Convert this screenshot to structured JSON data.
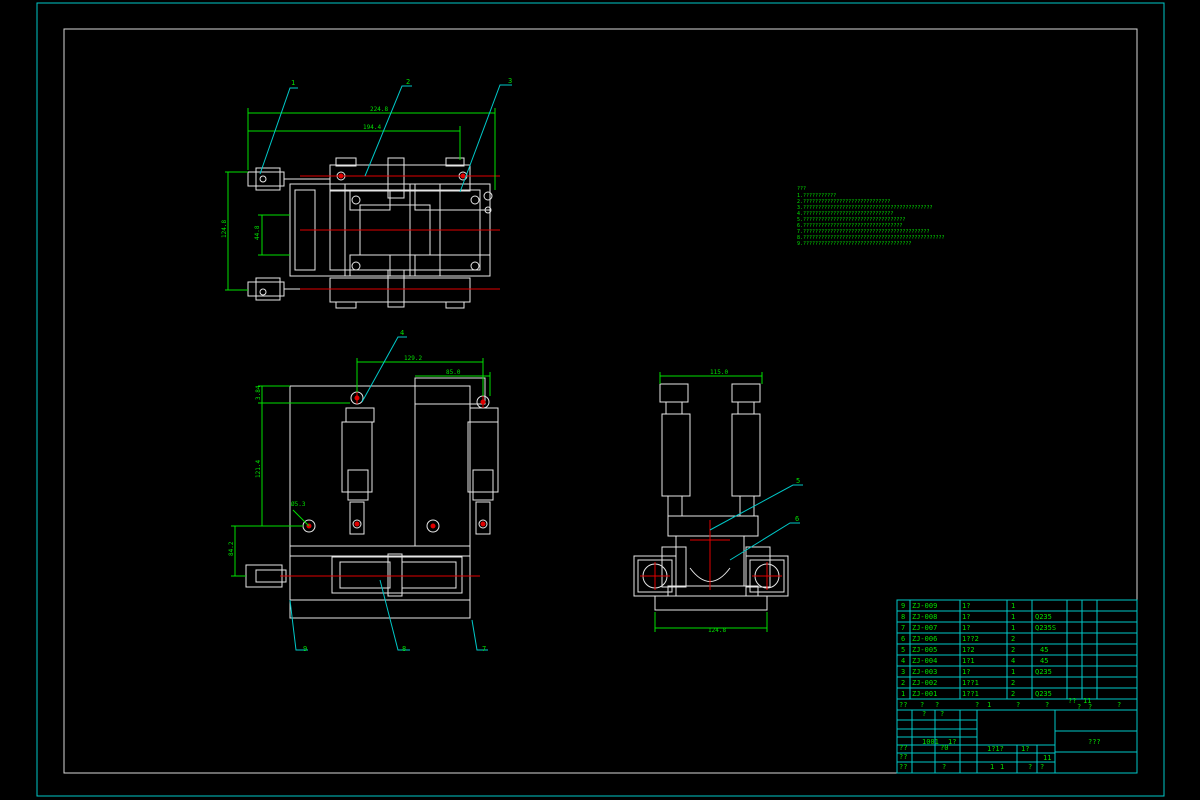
{
  "colors": {
    "background": "#000000",
    "frame": "#00c8c8",
    "geometry": "#e6e6e6",
    "dimension": "#00e000",
    "centerline": "#e00000",
    "notes": "#00e000"
  },
  "balloons": [
    "1",
    "2",
    "3",
    "4",
    "5",
    "6",
    "7",
    "8",
    "9"
  ],
  "dimensions": {
    "top_overall": "224.8",
    "top_inner": "194.4",
    "top_height": "124.8",
    "top_small": "44.8",
    "front_top": "129.2",
    "front_right": "85.0",
    "front_left_small": "3.84",
    "front_left_tall": "121.4",
    "front_hole": "Ø5.3",
    "front_rod": "84.2",
    "side_top": "115.0",
    "side_bottom": "124.8"
  },
  "notes": {
    "title": "???",
    "lines": [
      "1.???????????",
      "2.?????????????????????????????",
      "3.???????????????????????????????????????????",
      "4.??????????????????????????????",
      "5.??????????????????????????????????",
      "6.?????????????????????????????????",
      "7.??????????????????????????????????????????",
      "8.???????????????????????????????????????????????",
      "9.????????????????????????????????????"
    ]
  },
  "bom": {
    "rows": [
      {
        "no": "9",
        "code": "ZJ-009",
        "name": "1?",
        "qty": "1",
        "material": ""
      },
      {
        "no": "8",
        "code": "ZJ-008",
        "name": "1?",
        "qty": "1",
        "material": "Q235"
      },
      {
        "no": "7",
        "code": "ZJ-007",
        "name": "1?",
        "qty": "1",
        "material": "Q235S"
      },
      {
        "no": "6",
        "code": "ZJ-006",
        "name": "1??2",
        "qty": "2",
        "material": ""
      },
      {
        "no": "5",
        "code": "ZJ-005",
        "name": "1?2",
        "qty": "2",
        "material": "45"
      },
      {
        "no": "4",
        "code": "ZJ-004",
        "name": "1?1",
        "qty": "4",
        "material": "45"
      },
      {
        "no": "3",
        "code": "ZJ-003",
        "name": "1?",
        "qty": "1",
        "material": "Q235"
      },
      {
        "no": "2",
        "code": "ZJ-002",
        "name": "1??1",
        "qty": "2",
        "material": ""
      },
      {
        "no": "1",
        "code": "ZJ-001",
        "name": "1??1",
        "qty": "2",
        "material": "Q235"
      }
    ],
    "header": [
      "??",
      "?",
      "?",
      "?",
      "1",
      "?",
      "?",
      "??",
      "11",
      "?",
      "?",
      "?"
    ]
  },
  "title_block": {
    "drawing_name": "???",
    "designer": "??",
    "date_label": "1001",
    "mid_label": "?0",
    "check_label": "1?",
    "approve_label": "??",
    "scale_label": "1?1?",
    "sheet_label": "1?",
    "sheet_no": "11",
    "cells": [
      "??",
      "?",
      "?",
      "?",
      "1",
      "1",
      "?",
      "?",
      "??",
      "?",
      "?",
      "??",
      "?"
    ]
  }
}
